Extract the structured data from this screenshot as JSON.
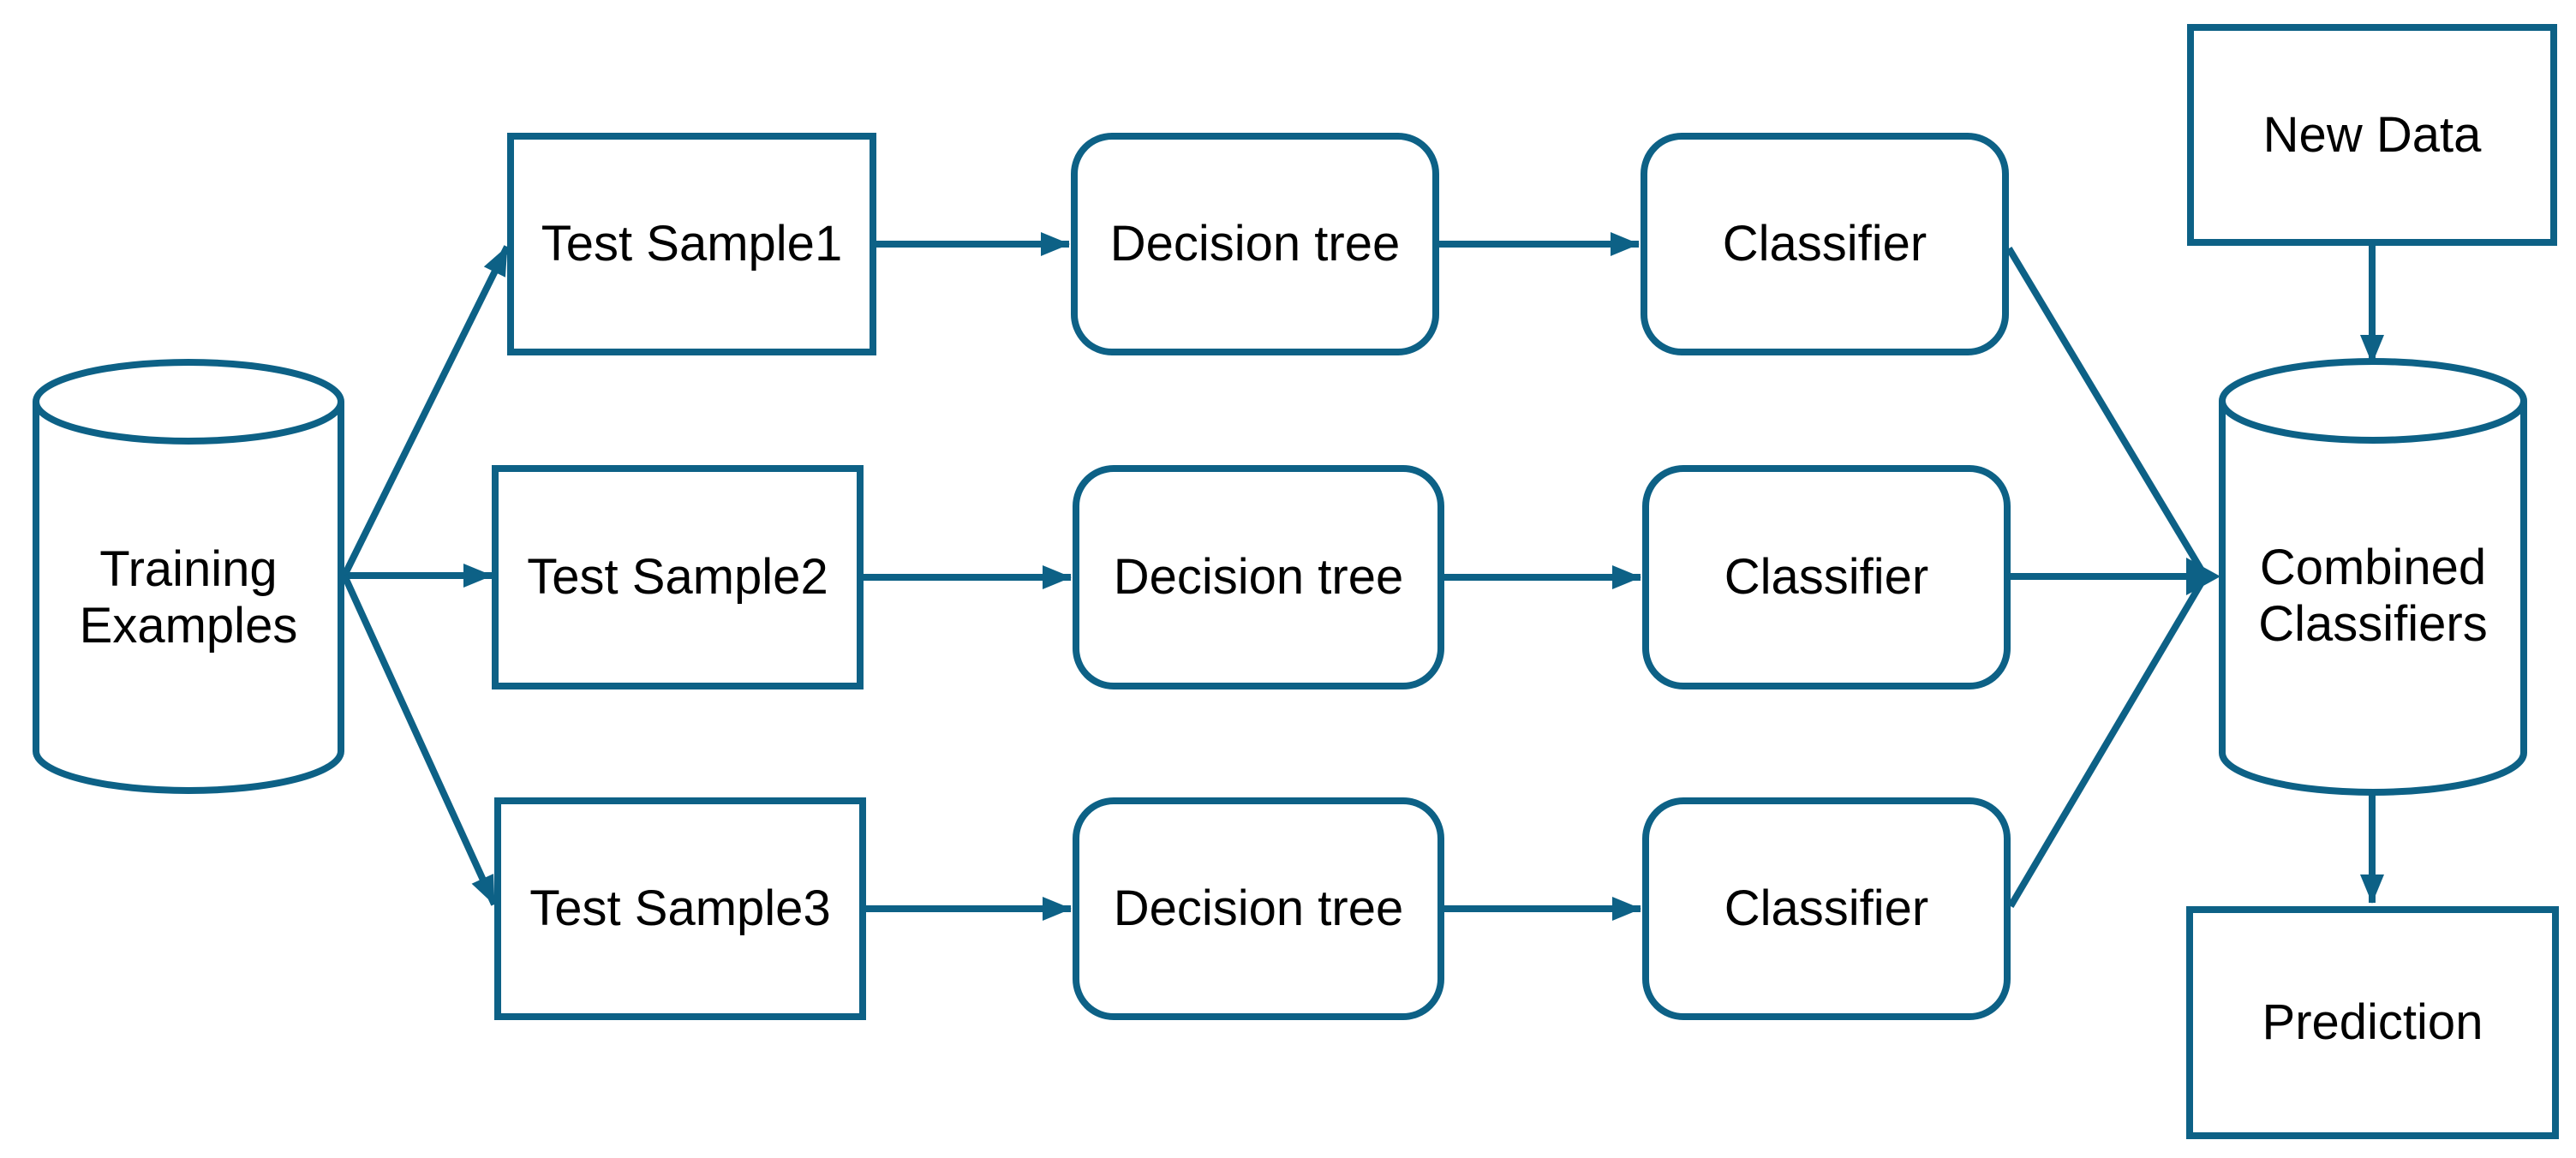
{
  "diagram": {
    "colors": {
      "background": "#ffffff",
      "stroke": "#0d6186",
      "text": "#000000"
    },
    "nodes": {
      "training_examples": {
        "label": "Training Examples",
        "shape": "cylinder"
      },
      "test_sample_1": {
        "label": "Test Sample1",
        "shape": "rectangle"
      },
      "test_sample_2": {
        "label": "Test Sample2",
        "shape": "rectangle"
      },
      "test_sample_3": {
        "label": "Test Sample3",
        "shape": "rectangle"
      },
      "decision_tree_1": {
        "label": "Decision tree",
        "shape": "rounded-rectangle"
      },
      "decision_tree_2": {
        "label": "Decision tree",
        "shape": "rounded-rectangle"
      },
      "decision_tree_3": {
        "label": "Decision tree",
        "shape": "rounded-rectangle"
      },
      "classifier_1": {
        "label": "Classifier",
        "shape": "rounded-rectangle"
      },
      "classifier_2": {
        "label": "Classifier",
        "shape": "rounded-rectangle"
      },
      "classifier_3": {
        "label": "Classifier",
        "shape": "rounded-rectangle"
      },
      "new_data": {
        "label": "New Data",
        "shape": "rectangle"
      },
      "combined_classifiers": {
        "label": "Combined Classifiers",
        "shape": "cylinder"
      },
      "prediction": {
        "label": "Prediction",
        "shape": "rectangle"
      }
    },
    "edges": [
      {
        "from": "training_examples",
        "to": "test_sample_1"
      },
      {
        "from": "training_examples",
        "to": "test_sample_2"
      },
      {
        "from": "training_examples",
        "to": "test_sample_3"
      },
      {
        "from": "test_sample_1",
        "to": "decision_tree_1"
      },
      {
        "from": "test_sample_2",
        "to": "decision_tree_2"
      },
      {
        "from": "test_sample_3",
        "to": "decision_tree_3"
      },
      {
        "from": "decision_tree_1",
        "to": "classifier_1"
      },
      {
        "from": "decision_tree_2",
        "to": "classifier_2"
      },
      {
        "from": "decision_tree_3",
        "to": "classifier_3"
      },
      {
        "from": "classifier_1",
        "to": "combined_classifiers"
      },
      {
        "from": "classifier_2",
        "to": "combined_classifiers"
      },
      {
        "from": "classifier_3",
        "to": "combined_classifiers"
      },
      {
        "from": "new_data",
        "to": "combined_classifiers"
      },
      {
        "from": "combined_classifiers",
        "to": "prediction"
      }
    ]
  }
}
